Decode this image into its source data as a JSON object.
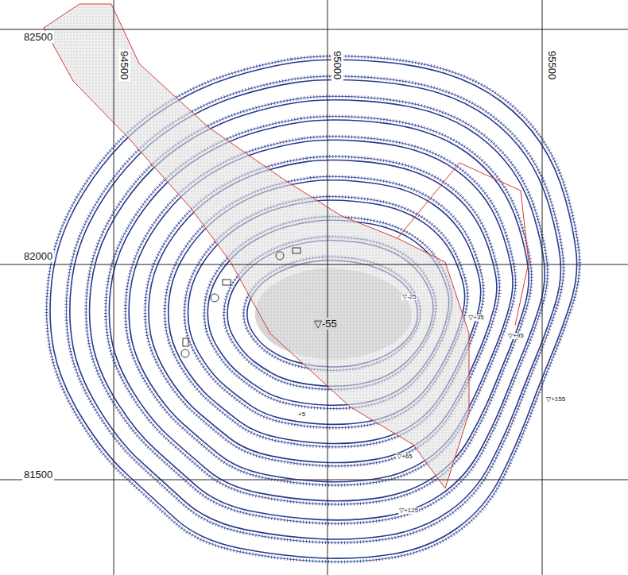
{
  "diagram": {
    "labels": [
      "82500",
      "82000",
      "81500",
      "94500",
      "95000",
      "95500",
      "▽-55",
      "▽-25",
      "▽+35",
      "▽+95",
      "▽+155",
      "+5",
      "▽+65",
      "▽+125"
    ]
  }
}
